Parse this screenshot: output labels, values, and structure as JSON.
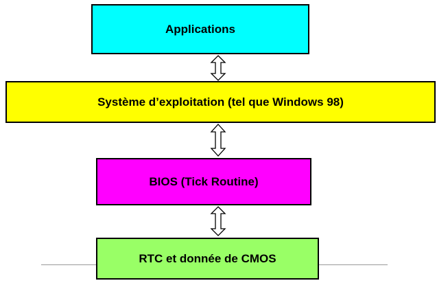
{
  "boxes": {
    "applications": {
      "label": "Applications",
      "color": "#00ffff"
    },
    "os": {
      "label": "Système d’exploitation (tel que Windows 98)",
      "color": "#ffff00"
    },
    "bios": {
      "label": "BIOS (Tick Routine)",
      "color": "#ff00ff"
    },
    "rtc": {
      "label": "RTC et donnée de CMOS",
      "color": "#99ff66"
    }
  },
  "connectors": [
    "double-arrow-icon",
    "double-arrow-icon",
    "double-arrow-icon"
  ]
}
